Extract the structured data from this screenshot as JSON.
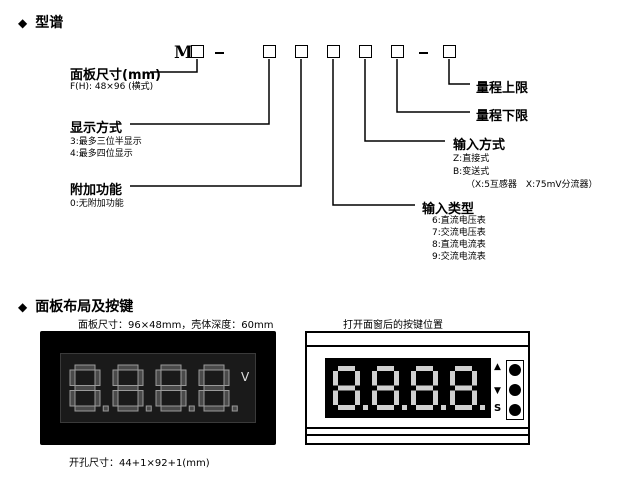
{
  "section1": {
    "title": "型谱"
  },
  "model": {
    "prefix": "M"
  },
  "fields": {
    "panel_size": {
      "label": "面板尺寸(mm)",
      "desc": [
        "F(H): 48×96 (横式)"
      ]
    },
    "display": {
      "label": "显示方式",
      "desc": [
        "3:最多三位半显示",
        "4:最多四位显示"
      ]
    },
    "function": {
      "label": "附加功能",
      "desc": [
        "0:无附加功能"
      ]
    },
    "input_type": {
      "label": "输入类型",
      "desc": [
        "6:直流电压表",
        "7:交流电压表",
        "8:直流电流表",
        "9:交流电流表"
      ]
    },
    "input_mode": {
      "label": "输入方式",
      "desc": [
        "Z:直接式",
        "B:变送式",
        "（X:5互感器　X:75mV分流器）"
      ]
    },
    "range_low": {
      "label": "量程下限"
    },
    "range_high": {
      "label": "量程上限"
    }
  },
  "section2": {
    "title": "面板布局及按键",
    "panel_caption": "面板尺寸：96×48mm，壳体深度：60mm",
    "rear_caption": "打开面窗后的按键位置",
    "cutout": "开孔尺寸：44+1×92+1(mm)",
    "unit": "V",
    "s_label": "S",
    "display_value": "8.8.8.8."
  },
  "icons": {
    "bullet": "diamond-icon",
    "up": "triangle-up-icon",
    "down": "triangle-down-icon",
    "key": "round-key-icon"
  },
  "colors": {
    "panel_bg": "#111111",
    "segment_dim": "#4a4a4a",
    "segment_fill": "#d0d0d0"
  }
}
